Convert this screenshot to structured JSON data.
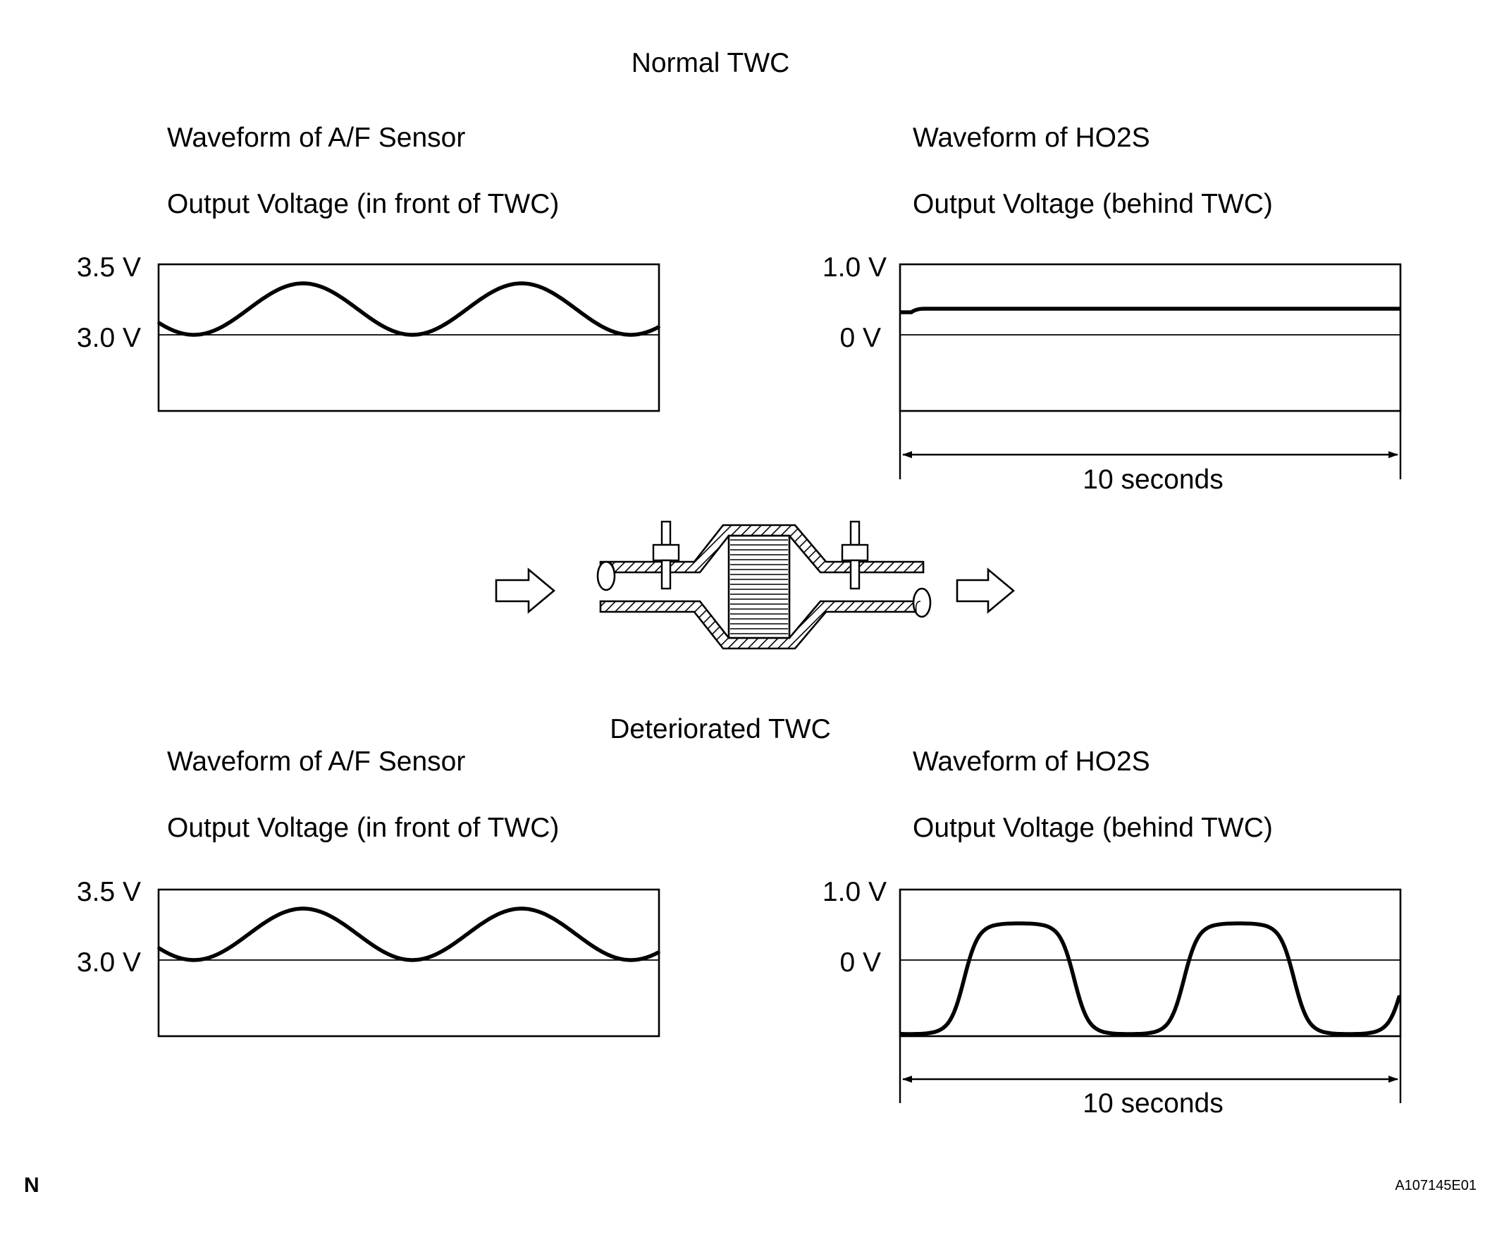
{
  "normal": {
    "title": "Normal TWC",
    "af_panel": {
      "title": "Waveform of A/F Sensor",
      "subtitle": "Output Voltage (in front of TWC)",
      "top_label": "3.5 V",
      "ref_label": "3.0 V"
    },
    "ho2s_panel": {
      "title": "Waveform of HO2S",
      "subtitle": "Output Voltage (behind TWC)",
      "top_label": "1.0 V",
      "ref_label": "0 V"
    },
    "duration_label": "10 seconds"
  },
  "deteriorated": {
    "title": "Deteriorated TWC",
    "af_panel": {
      "title": "Waveform of A/F Sensor",
      "subtitle": "Output Voltage (in front of TWC)",
      "top_label": "3.5 V",
      "ref_label": "3.0 V"
    },
    "ho2s_panel": {
      "title": "Waveform of HO2S",
      "subtitle": "Output Voltage (behind TWC)",
      "top_label": "1.0 V",
      "ref_label": "0 V"
    },
    "duration_label": "10 seconds"
  },
  "footer": {
    "corner_letter": "N",
    "figure_id": "A107145E01"
  },
  "colors": {
    "ink": "#000000",
    "background": "#ffffff"
  },
  "icons": [
    "flow-in-arrow-icon",
    "flow-out-arrow-icon",
    "catalytic-converter-icon",
    "sensor-fitting-icon"
  ]
}
